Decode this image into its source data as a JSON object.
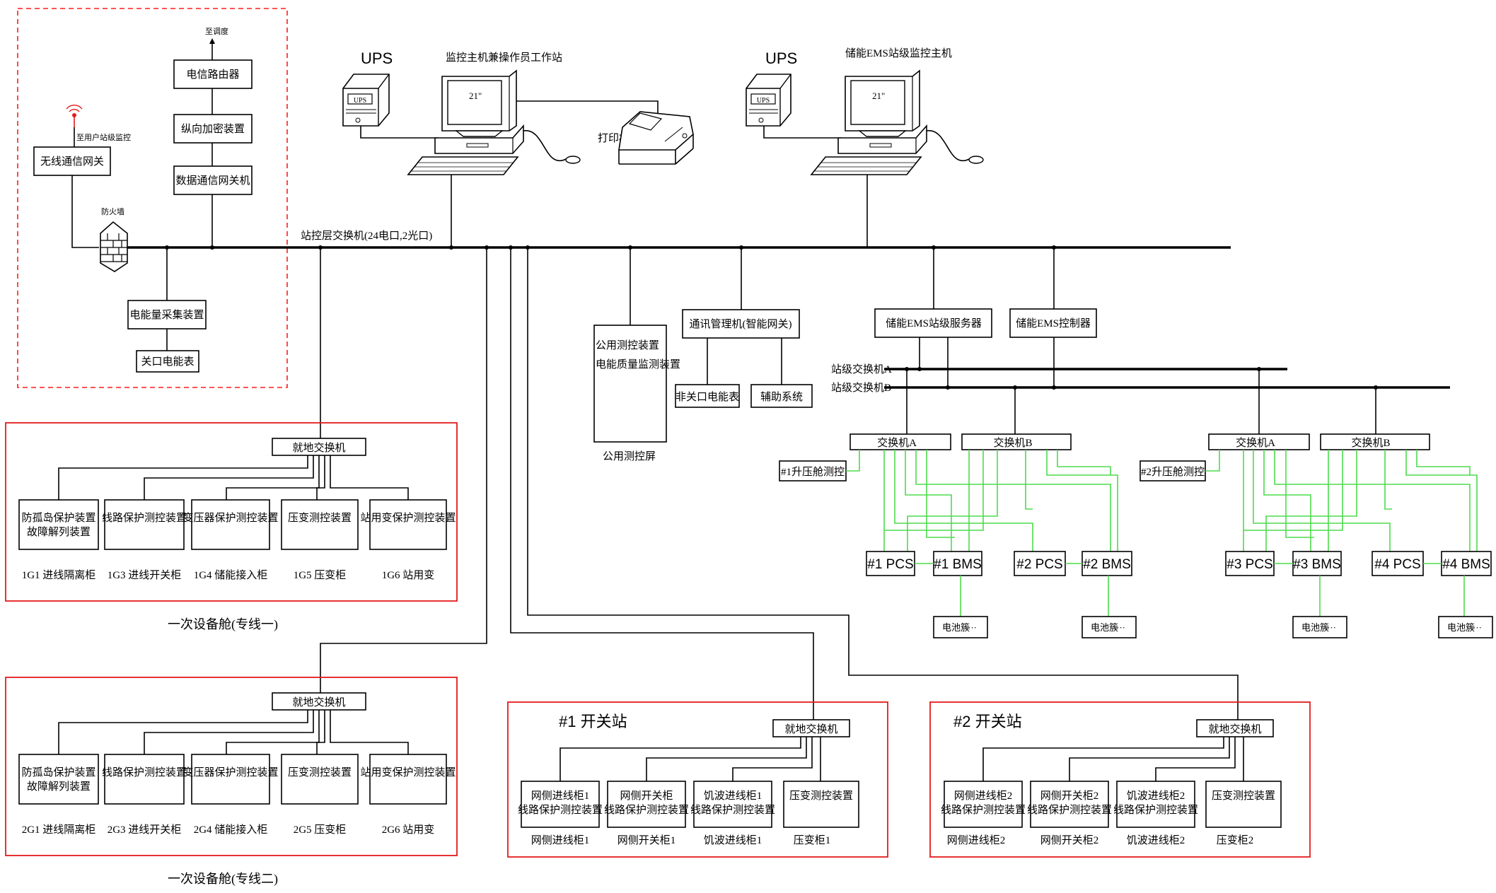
{
  "dispatch": {
    "to_dispatch": "至调度",
    "telecom_router": "电信路由器",
    "vertical_encryption": "纵向加密装置",
    "data_gateway": "数据通信网关机",
    "to_user_monitoring": "至用户站级监控",
    "wireless_gateway": "无线通信网关",
    "firewall": "防火墙",
    "energy_collector": "电能量采集装置",
    "gateway_meter": "关口电能表"
  },
  "station": {
    "ups_left": "UPS",
    "ups_right": "UPS",
    "ups_label": "UPS",
    "monitor_size": "21\"",
    "monitor_host_left": "监控主机兼操作员工作站",
    "monitor_host_right": "储能EMS站级监控主机",
    "printer": "打印机",
    "station_switch": "站控层交换机(24电口,2光口)"
  },
  "middle": {
    "public_device_line1": "公用测控装置",
    "public_device_line2": "电能质量监测装置",
    "public_screen": "公用测控屏",
    "comm_manager": "通讯管理机(智能网关)",
    "non_gateway_meter": "非关口电能表",
    "aux_system": "辅助系统",
    "ems_server": "储能EMS站级服务器",
    "ems_controller": "储能EMS控制器",
    "station_switch_a": "站级交换机A",
    "station_switch_b": "站级交换机B"
  },
  "storage": {
    "switch_a": "交换机A",
    "switch_b": "交换机B",
    "boost_1": "#1升压舱测控",
    "boost_2": "#2升压舱测控",
    "pcs_1": "#1 PCS",
    "bms_1": "#1 BMS",
    "pcs_2": "#2 PCS",
    "bms_2": "#2 BMS",
    "pcs_3": "#3 PCS",
    "bms_3": "#3 BMS",
    "pcs_4": "#4 PCS",
    "bms_4": "#4 BMS",
    "battery": "电池簇",
    "battery_dots": "···"
  },
  "cabin1": {
    "local_switch": "就地交换机",
    "devices": [
      {
        "line1": "防孤岛保护装置",
        "line2": "故障解列装置",
        "caption": "1G1 进线隔离柜"
      },
      {
        "line1": "线路保护测控装置",
        "line2": "",
        "caption": "1G3 进线开关柜"
      },
      {
        "line1": "变压器保护测控装置",
        "line2": "",
        "caption": "1G4 储能接入柜"
      },
      {
        "line1": "压变测控装置",
        "line2": "",
        "caption": "1G5 压变柜"
      },
      {
        "line1": "站用变保护测控装置",
        "line2": "",
        "caption": "1G6 站用变"
      }
    ],
    "title": "一次设备舱(专线一)"
  },
  "cabin2": {
    "local_switch": "就地交换机",
    "devices": [
      {
        "line1": "防孤岛保护装置",
        "line2": "故障解列装置",
        "caption": "2G1 进线隔离柜"
      },
      {
        "line1": "线路保护测控装置",
        "line2": "",
        "caption": "2G3 进线开关柜"
      },
      {
        "line1": "变压器保护测控装置",
        "line2": "",
        "caption": "2G4 储能接入柜"
      },
      {
        "line1": "压变测控装置",
        "line2": "",
        "caption": "2G5 压变柜"
      },
      {
        "line1": "站用变保护测控装置",
        "line2": "",
        "caption": "2G6 站用变"
      }
    ],
    "title": "一次设备舱(专线二)"
  },
  "switch1": {
    "title": "#1 开关站",
    "local_switch": "就地交换机",
    "devices": [
      {
        "line1": "网侧进线柜1",
        "line2": "线路保护测控装置",
        "caption": "网侧进线柜1"
      },
      {
        "line1": "网侧开关柜",
        "line2": "线路保护测控装置",
        "caption": "网侧开关柜1"
      },
      {
        "line1": "饥波进线柜1",
        "line2": "线路保护测控装置",
        "caption": "饥波进线柜1"
      },
      {
        "line1": "压变测控装置",
        "line2": "",
        "caption": "压变柜1"
      }
    ]
  },
  "switch2": {
    "title": "#2 开关站",
    "local_switch": "就地交换机",
    "devices": [
      {
        "line1": "网侧进线柜2",
        "line2": "线路保护测控装置",
        "caption": "网侧进线柜2"
      },
      {
        "line1": "网侧开关柜2",
        "line2": "线路保护测控装置",
        "caption": "网侧开关柜2"
      },
      {
        "line1": "饥波进线柜2",
        "line2": "线路保护测控装置",
        "caption": "饥波进线柜2"
      },
      {
        "line1": "压变测控装置",
        "line2": "",
        "caption": "压变柜2"
      }
    ]
  },
  "colors": {
    "red": "#e31b1b",
    "green": "#4ddb4d",
    "line": "#000000"
  }
}
